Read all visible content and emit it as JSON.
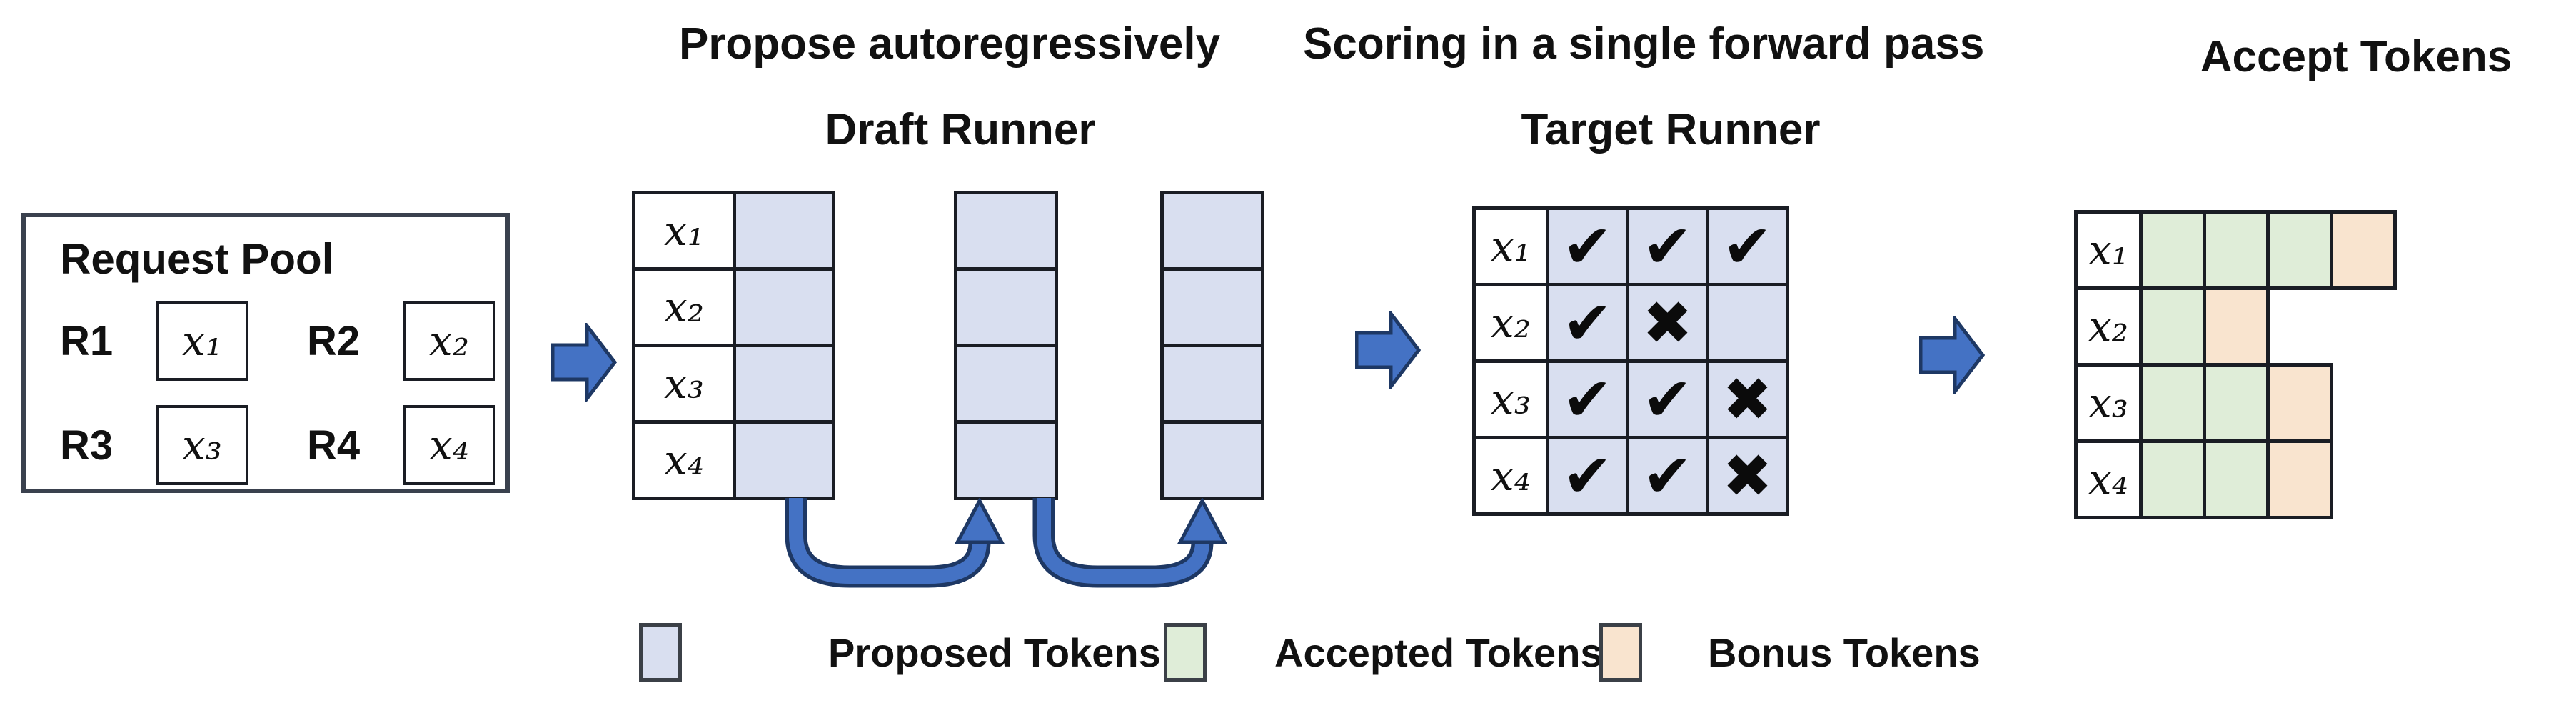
{
  "headers": {
    "propose_line1": "Propose autoregressively",
    "propose_line2": "Draft Runner",
    "scoring_line1": "Scoring in a single forward pass",
    "scoring_line2": "Target Runner",
    "accept_title": "Accept Tokens"
  },
  "request_pool": {
    "title": "Request Pool",
    "requests": [
      {
        "id": "R1",
        "token": "x₁"
      },
      {
        "id": "R2",
        "token": "x₂"
      },
      {
        "id": "R3",
        "token": "x₃"
      },
      {
        "id": "R4",
        "token": "x₄"
      }
    ]
  },
  "draft": {
    "labels": [
      "x₁",
      "x₂",
      "x₃",
      "x₄"
    ],
    "cell_kind": "proposed"
  },
  "target": {
    "labels": [
      "x₁",
      "x₂",
      "x₃",
      "x₄"
    ],
    "cell_kind": "proposed",
    "marks": [
      [
        "✔",
        "✔",
        "✔"
      ],
      [
        "✔",
        "✖",
        ""
      ],
      [
        "✔",
        "✔",
        "✖"
      ],
      [
        "✔",
        "✔",
        "✖"
      ]
    ]
  },
  "accept": {
    "labels": [
      "x₁",
      "x₂",
      "x₃",
      "x₄"
    ],
    "cells": [
      [
        "accepted",
        "accepted",
        "accepted",
        "bonus"
      ],
      [
        "accepted",
        "bonus"
      ],
      [
        "accepted",
        "accepted",
        "bonus"
      ],
      [
        "accepted",
        "accepted",
        "bonus"
      ]
    ]
  },
  "legend": [
    {
      "kind": "proposed",
      "label": "Proposed Tokens"
    },
    {
      "kind": "accepted",
      "label": "Accepted Tokens"
    },
    {
      "kind": "bonus",
      "label": "Bonus Tokens"
    }
  ],
  "colors": {
    "proposed": "#d9dff0",
    "accepted": "#dfedd8",
    "bonus": "#f9e4cf",
    "arrow": "#4472c4",
    "arrow_border": "#1e3864"
  }
}
